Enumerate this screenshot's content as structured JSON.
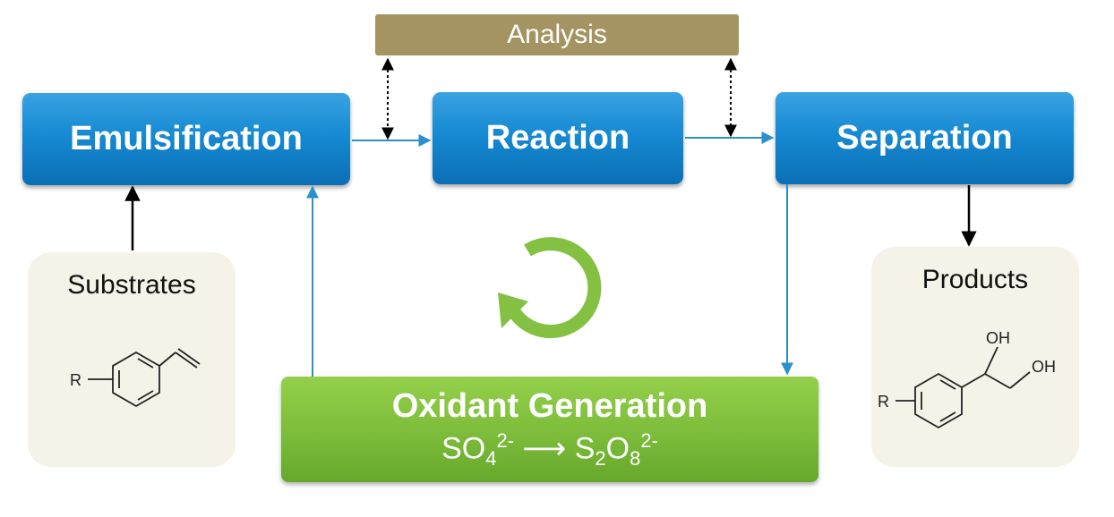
{
  "analysis": {
    "label": "Analysis"
  },
  "steps": {
    "emulsification": "Emulsification",
    "reaction": "Reaction",
    "separation": "Separation"
  },
  "substrates": {
    "label": "Substrates",
    "r_group": "R"
  },
  "products": {
    "label": "Products",
    "r_group": "R",
    "oh1": "OH",
    "oh2": "OH"
  },
  "oxidant": {
    "title": "Oxidant Generation",
    "reactant": "SO",
    "reactant_sub": "4",
    "reactant_sup": "2-",
    "arrow": "⟶",
    "product_a": "S",
    "product_sub1": "2",
    "product_b": "O",
    "product_sub2": "8",
    "product_sup": "2-"
  },
  "colors": {
    "process_blue": "#168ad3",
    "analysis_tan": "#a39461",
    "oxidant_green": "#7cbc3a",
    "cycle_green": "#84c041",
    "panel_cream": "#f5f2e7",
    "flow_line_blue": "#2b8fcf"
  }
}
